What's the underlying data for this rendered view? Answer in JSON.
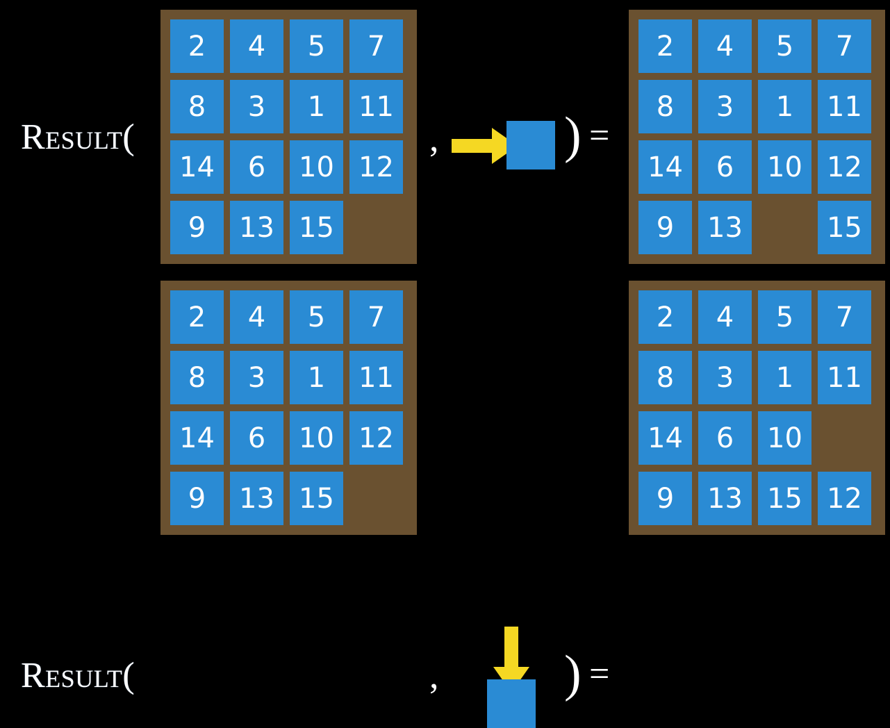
{
  "page": {
    "title": "Sliding 15-Puzzle RESULT function illustration",
    "background_color": "#000000"
  },
  "palette": {
    "board_frame": "#6a5130",
    "tile": "#2a8bd4",
    "tile_text": "#ffffff",
    "arrow": "#f5d823",
    "text": "#ffffff"
  },
  "symbols": {
    "result_label": "Result(",
    "comma": ",",
    "close_paren": ")",
    "equals": "="
  },
  "rows": [
    {
      "id": "row-top",
      "label": "Result(",
      "comma": ",",
      "close_paren": ")",
      "equals": "=",
      "action": {
        "name": "move-right",
        "arrow_direction": "right",
        "description": "blank tile moves right"
      },
      "input_board": {
        "rows": 4,
        "cols": 4,
        "tiles": [
          [
            "2",
            "4",
            "5",
            "7"
          ],
          [
            "8",
            "3",
            "1",
            "11"
          ],
          [
            "14",
            "6",
            "10",
            "12"
          ],
          [
            "9",
            "13",
            "15",
            ""
          ]
        ]
      },
      "output_board": {
        "rows": 4,
        "cols": 4,
        "tiles": [
          [
            "2",
            "4",
            "5",
            "7"
          ],
          [
            "8",
            "3",
            "1",
            "11"
          ],
          [
            "14",
            "6",
            "10",
            "12"
          ],
          [
            "9",
            "13",
            "",
            "15"
          ]
        ]
      }
    },
    {
      "id": "row-bottom",
      "label": "Result(",
      "comma": ",",
      "close_paren": ")",
      "equals": "=",
      "action": {
        "name": "move-down",
        "arrow_direction": "down",
        "description": "blank tile moves down"
      },
      "input_board": {
        "rows": 4,
        "cols": 4,
        "tiles": [
          [
            "2",
            "4",
            "5",
            "7"
          ],
          [
            "8",
            "3",
            "1",
            "11"
          ],
          [
            "14",
            "6",
            "10",
            "12"
          ],
          [
            "9",
            "13",
            "15",
            ""
          ]
        ]
      },
      "output_board": {
        "rows": 4,
        "cols": 4,
        "tiles": [
          [
            "2",
            "4",
            "5",
            "7"
          ],
          [
            "8",
            "3",
            "1",
            "11"
          ],
          [
            "14",
            "6",
            "10",
            ""
          ],
          [
            "9",
            "13",
            "15",
            "12"
          ]
        ]
      }
    }
  ]
}
